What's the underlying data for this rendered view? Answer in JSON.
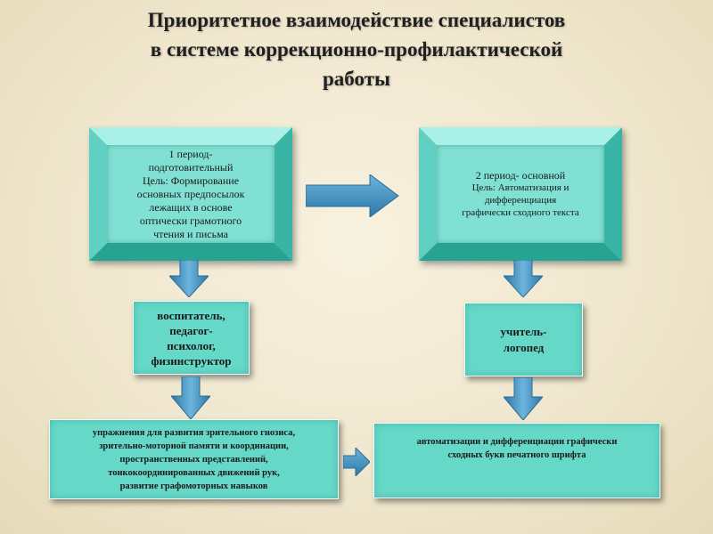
{
  "title": {
    "lines": [
      "Приоритетное взаимодействие специалистов",
      "в системе коррекционно-профилактической",
      "работы"
    ]
  },
  "period1": {
    "lines": [
      "1 период-",
      "подготовительный",
      "Цель: Формирование",
      "основных предпосылок",
      "лежащих в основе",
      "оптически грамотного",
      "чтения и письма"
    ]
  },
  "period2": {
    "lines": [
      "2 период- основной",
      "Цель: Автоматизация и",
      "дифференциация",
      "графически сходного текста"
    ]
  },
  "specialists_left": {
    "lines": [
      "воспитатель,",
      "педагог-",
      "психолог,",
      "физинструктор"
    ]
  },
  "specialists_right": {
    "lines": [
      "учитель-",
      "логопед"
    ]
  },
  "activities_left": {
    "lines": [
      "упражнения для развития зрительного гнозиса,",
      "зрительно-моторной памяти и координации,",
      "пространственных представлений,",
      "тонкокоординированных движений рук,",
      "развитие графомоторных навыков"
    ]
  },
  "activities_right": {
    "lines": [
      "автоматизации и дифференциации графически",
      "сходных букв печатного шрифта"
    ]
  },
  "colors": {
    "box_face": "#7fe0d3",
    "flat_box": "#66d8c8",
    "arrow": "#3c8fbf"
  }
}
